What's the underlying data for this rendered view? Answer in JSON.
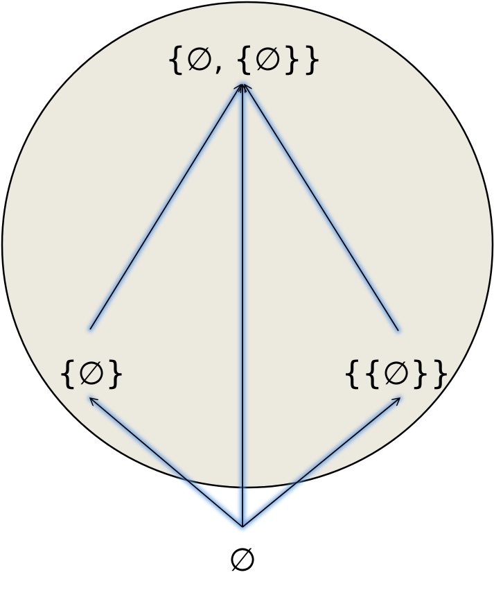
{
  "nodes": {
    "top": "{∅, {∅}}",
    "left": "{∅}",
    "right": "{{∅}}",
    "bottom": "∅"
  },
  "colors": {
    "circle_fill": "#ECE9DF",
    "circle_stroke": "#000000",
    "glow": "#5B9BE6",
    "arrow": "#000000"
  },
  "edges": [
    {
      "from": "bottom",
      "to": "left"
    },
    {
      "from": "bottom",
      "to": "right"
    },
    {
      "from": "bottom",
      "to": "top"
    },
    {
      "from": "left",
      "to": "top"
    },
    {
      "from": "right",
      "to": "top"
    }
  ]
}
